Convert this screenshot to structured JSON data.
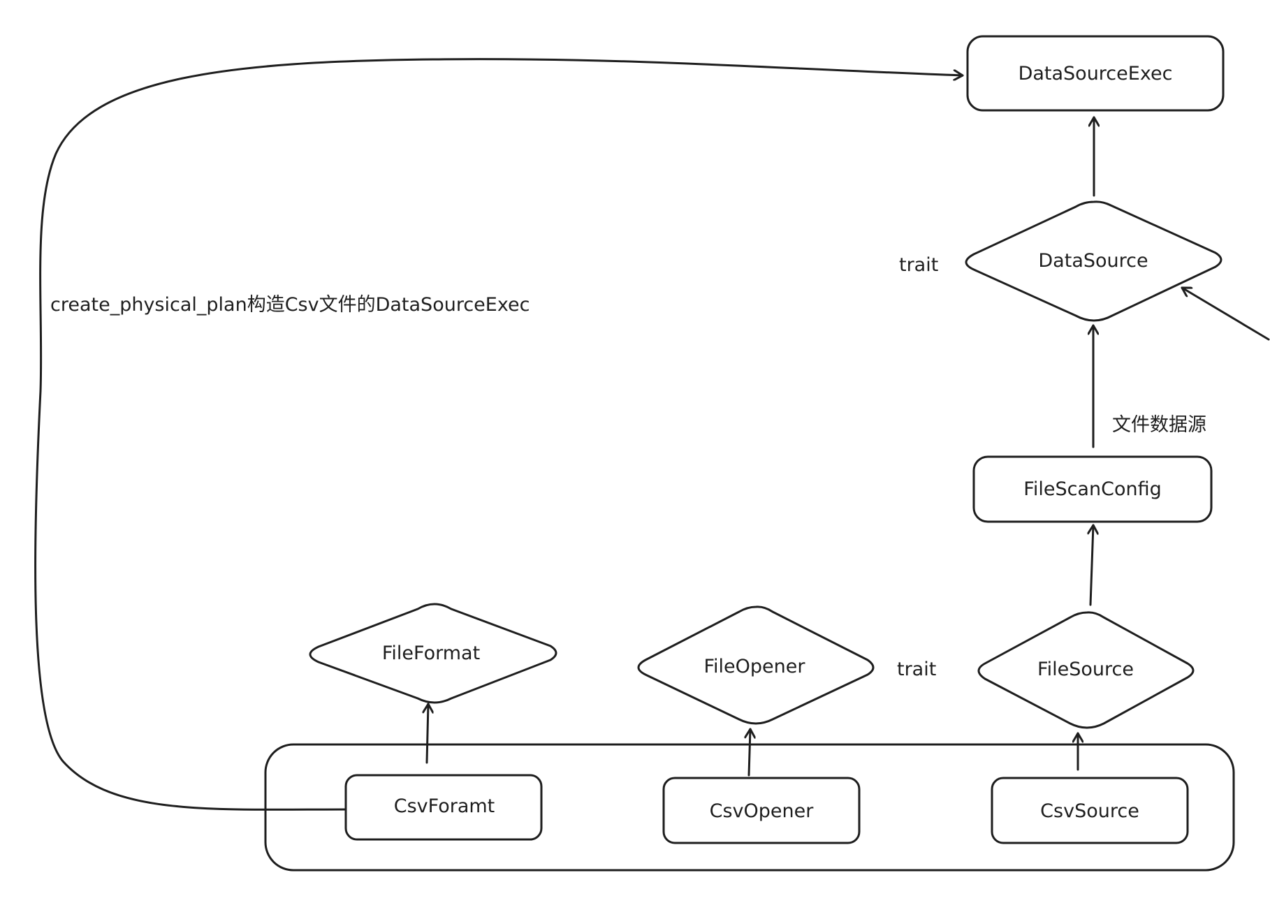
{
  "diagram": {
    "nodes": {
      "datasource_exec": "DataSourceExec",
      "datasource": "DataSource",
      "file_scan_config": "FileScanConfig",
      "file_format": "FileFormat",
      "file_opener": "FileOpener",
      "file_source": "FileSource",
      "csv_format": "CsvForamt",
      "csv_opener": "CsvOpener",
      "csv_source": "CsvSource"
    },
    "labels": {
      "trait_datasource": "trait",
      "trait_filesource": "trait",
      "file_datasource": "文件数据源",
      "create_plan": "create_physical_plan构造Csv文件的DataSourceExec"
    },
    "shapes": {
      "datasource_exec": "rounded-rectangle",
      "datasource": "diamond",
      "file_scan_config": "rounded-rectangle",
      "file_format": "diamond",
      "file_opener": "diamond",
      "file_source": "diamond",
      "csv_format": "rounded-rectangle",
      "csv_opener": "rounded-rectangle",
      "csv_source": "rounded-rectangle",
      "csv_group": "rounded-rectangle"
    },
    "colors": {
      "stroke": "#1e1e1e",
      "background": "#ffffff"
    }
  }
}
